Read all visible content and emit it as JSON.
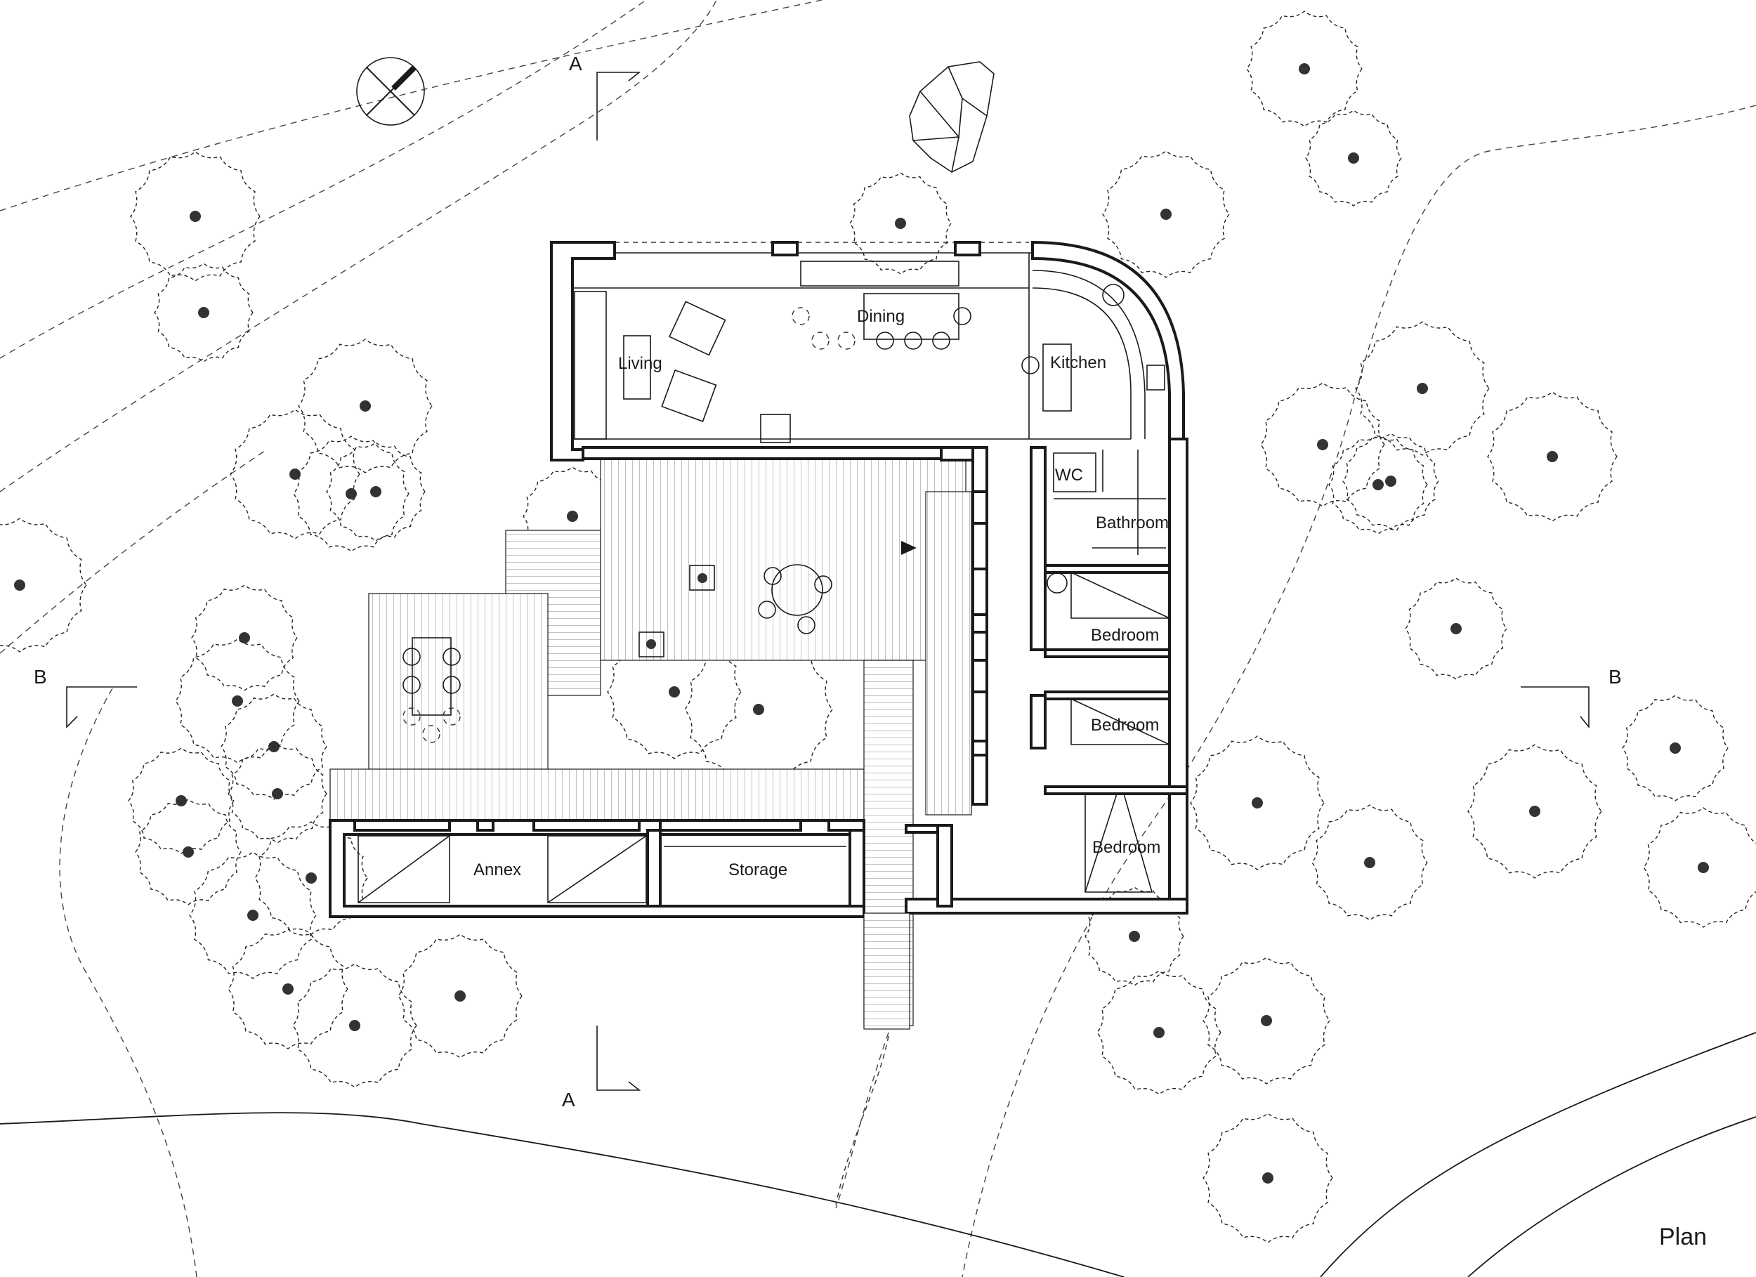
{
  "plan": {
    "title": "Plan",
    "section_markers": {
      "a_top": "A",
      "a_bottom": "A",
      "b_left": "B",
      "b_right": "B"
    },
    "rooms": {
      "living": "Living",
      "dining": "Dining",
      "kitchen": "Kitchen",
      "wc": "WC",
      "bathroom": "Bathroom",
      "bedroom_1": "Bedroom",
      "bedroom_2": "Bedroom",
      "bedroom_3": "Bedroom",
      "annex": "Annex",
      "storage": "Storage"
    },
    "north_arrow_icon": "north-arrow-icon",
    "tree_icon": "tree-symbol-icon",
    "boulder_icon": "boulder-icon"
  }
}
